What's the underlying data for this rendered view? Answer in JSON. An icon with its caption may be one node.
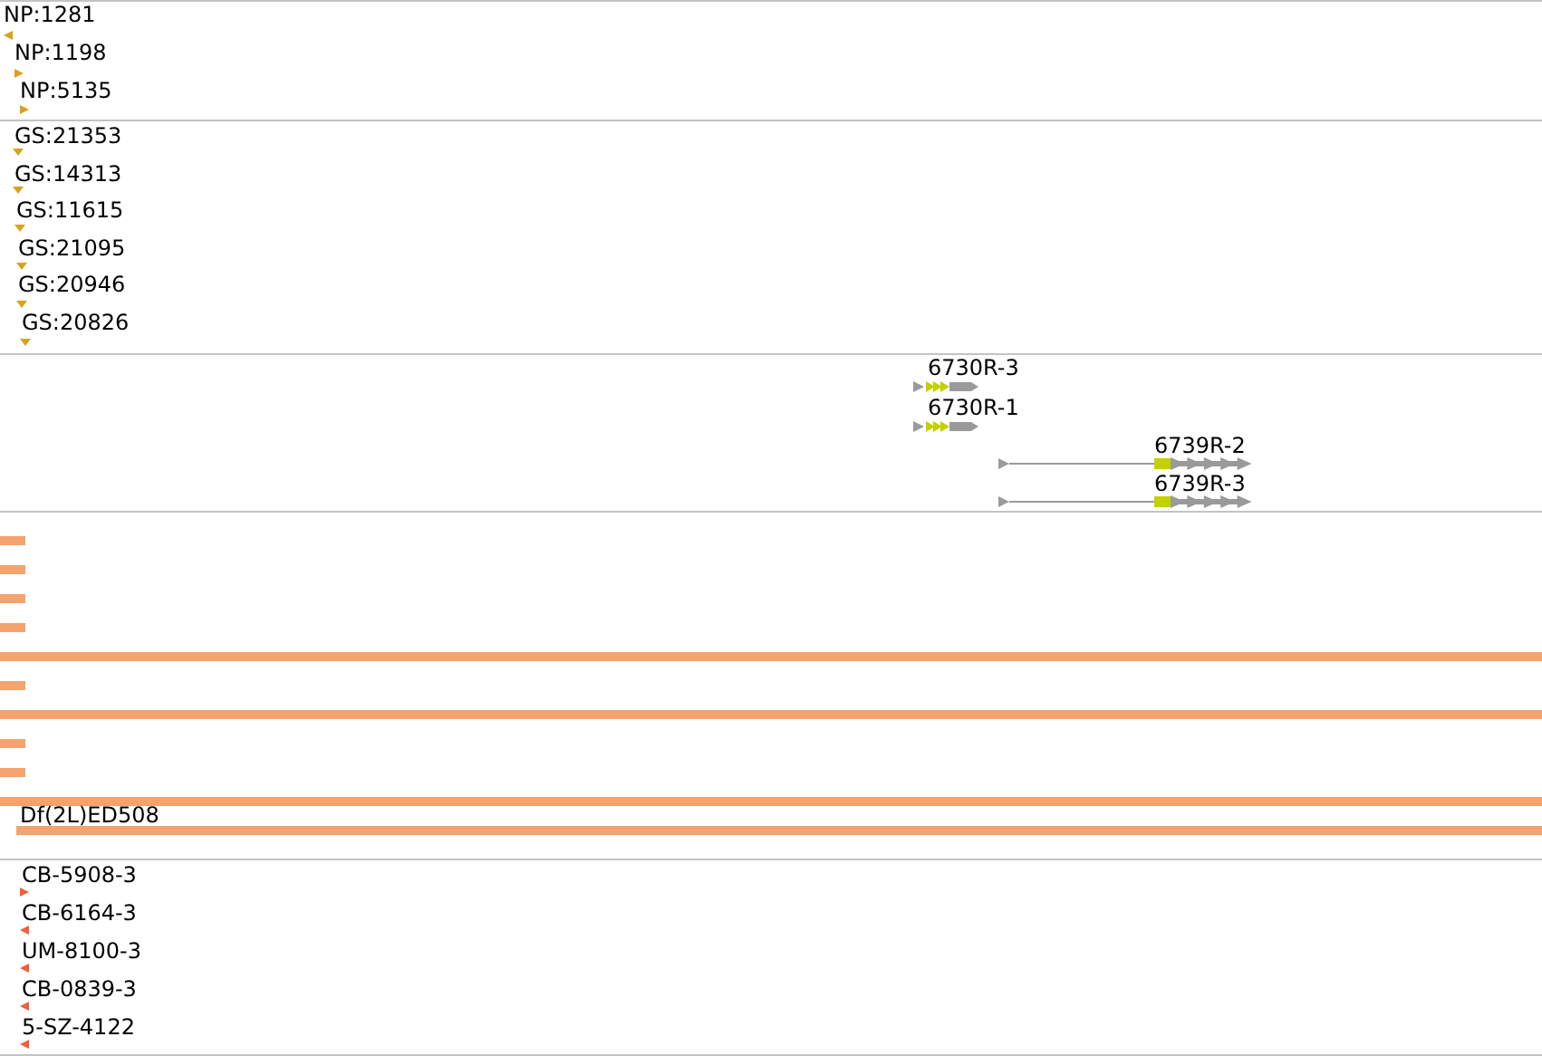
{
  "diagram": {
    "labels": [
      "NP:1281",
      "NP:1198",
      "NP:5135",
      "GS:21353",
      "GS:14313",
      "GS:11615",
      "GS:21095",
      "GS:20946",
      "GS:20826",
      "6730R-3",
      "6730R-1",
      "6739R-2",
      "6739R-3",
      "Df(2L)ED508",
      "CB-5908-3",
      "CB-6164-3",
      "UM-8100-3",
      "CB-0839-3",
      "5-SZ-4122"
    ]
  }
}
